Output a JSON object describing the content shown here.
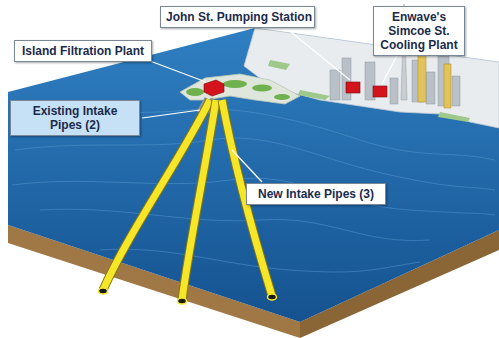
{
  "diagram": {
    "nodes": [
      {
        "text": [
          "John St. Pumping Station"
        ]
      },
      {
        "text": [
          "Enwave's Simcoe St. Cooling Plant"
        ]
      },
      {
        "text": [
          "Island Filtration Plant"
        ]
      },
      {
        "text": [
          "Existing Intake Pipes (2)"
        ]
      },
      {
        "text": [
          "New Intake Pipes (3)"
        ]
      }
    ]
  }
}
